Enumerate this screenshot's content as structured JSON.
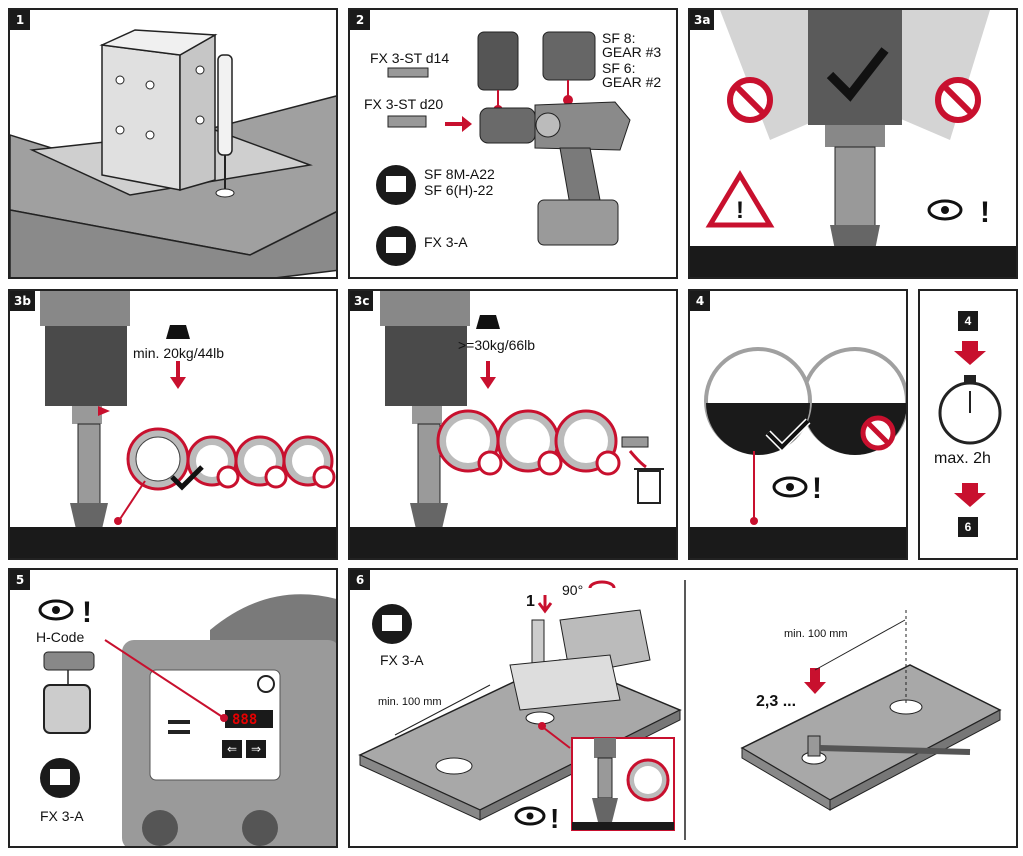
{
  "panels": {
    "p1": {
      "num": "1"
    },
    "p2": {
      "num": "2",
      "bit_d14": "FX 3-ST d14",
      "bit_d20": "FX 3-ST d20",
      "sf8": "SF 8:",
      "gear3": "GEAR #3",
      "sf6": "SF 6:",
      "gear2": "GEAR #2",
      "tool_a": "SF 8M-A22",
      "tool_b": "SF 6(H)-22",
      "manual": "FX 3-A"
    },
    "p3a": {
      "num": "3a"
    },
    "p3b": {
      "num": "3b",
      "weight": "min. 20kg/44lb"
    },
    "p3c": {
      "num": "3c",
      "weight": ">=30kg/66lb"
    },
    "p4": {
      "num": "4"
    },
    "timer": {
      "from_step": "4",
      "time": "max. 2h",
      "to_step": "6"
    },
    "p5": {
      "num": "5",
      "hcode": "H-Code",
      "manual": "FX 3-A",
      "display": "888"
    },
    "p6": {
      "num": "6",
      "manual": "FX 3-A",
      "step1": "1",
      "angle": "90°",
      "dist_left": "min. 100 mm",
      "dist_right": "min. 100 mm",
      "repeat": "2,3 ..."
    }
  },
  "colors": {
    "accent": "#c8102e",
    "dark": "#1a1a1a",
    "gray": "#a9a9a9",
    "light_gray": "#d9d9d9"
  }
}
